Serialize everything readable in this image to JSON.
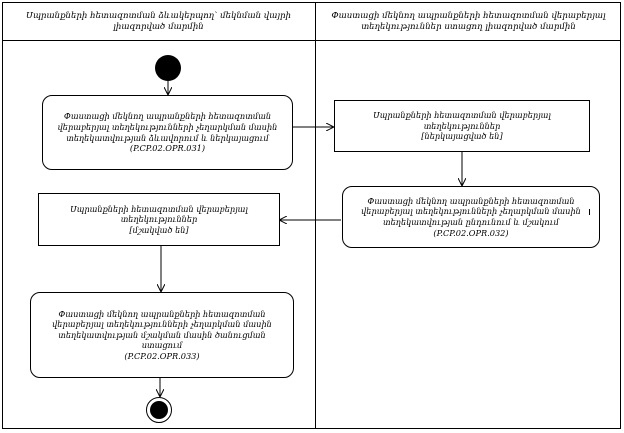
{
  "lanes": {
    "left": "Սպրանքների հետազոտման ձևակերպող՝ մեկնման վայրի լիազորված մարմին",
    "right": "Փաստացի մեկնող ապրանքների հետազոտման վերաբերյալ տեղեկություններ ստացող լիազորված մարմին"
  },
  "nodes": {
    "n1": {
      "text": "Փաստացի մեկնող ապրանքների հետազոտման վերաբերյալ տեղեկությունների չեղարկման մասին տեղեկատվության ձևավորում և ներկայացում",
      "code": "(P.CP.02.OPR.031)"
    },
    "n2": {
      "text": "Սպրանքների հետազոտման վերաբերյալ տեղեկություններ",
      "status": "[ներկայացված են]"
    },
    "n3": {
      "text": "Փաստացի մեկնող ապրանքների հետազոտման վերաբերյալ տեղեկությունների չեղարկման մասին տեղեկատվության ընդունում և մշակում",
      "code": "(P.CP.02.OPR.032)"
    },
    "n4": {
      "text": "Սպրանքների հետազոտման վերաբերյալ տեղեկություններ",
      "status": "[մշակված են]"
    },
    "n5": {
      "text": "Փաստացի մեկնող ապրանքների հետազոտման վերաբերյալ տեղեկությունների չեղարկման մասին տեղեկատվության մշակման մասին ծանուցման ստացում",
      "code": "(P.CP.02.OPR.033)"
    }
  }
}
